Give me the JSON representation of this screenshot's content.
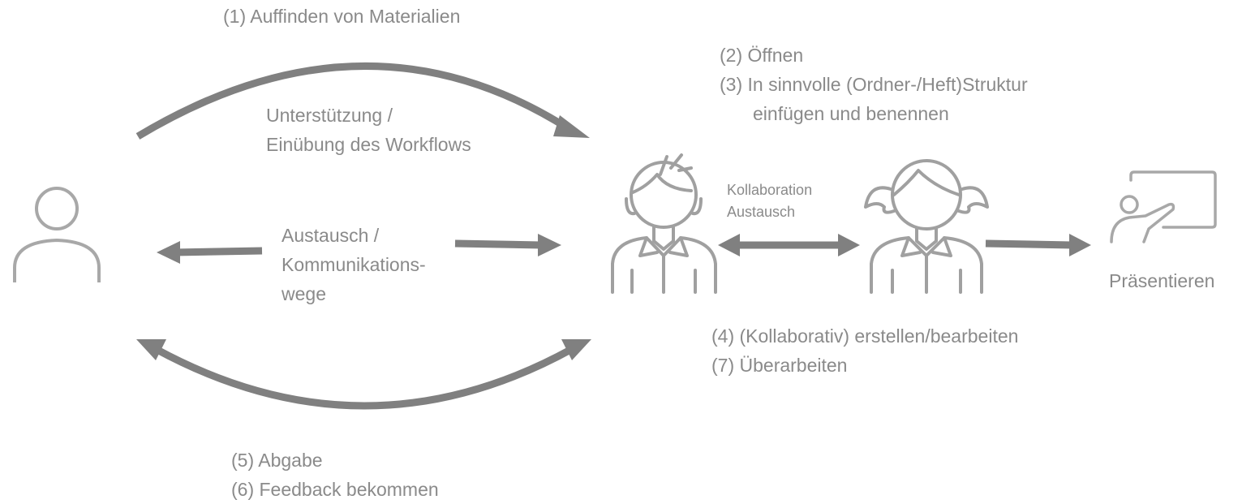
{
  "labels": {
    "step1": "(1) Auffinden von Materialien",
    "step2": "(2) Öffnen",
    "step3_line1": "(3) In sinnvolle (Ordner-/Heft)Struktur",
    "step3_line2": "einfügen und benennen",
    "support_line1": "Unterstützung /",
    "support_line2": "Einübung des Workflows",
    "exchange_line1": "Austausch /",
    "exchange_line2": "Kommunikations-",
    "exchange_line3": "wege",
    "collab_line1": "Kollaboration",
    "collab_line2": "Austausch",
    "step4": "(4) (Kollaborativ) erstellen/bearbeiten",
    "step7": "(7) Überarbeiten",
    "step5": "(5) Abgabe",
    "step6": "(6) Feedback bekommen",
    "present": "Präsentieren"
  },
  "icons": {
    "teacher": "person-outline-icon",
    "student_boy": "boy-student-icon",
    "student_girl": "girl-student-icon",
    "presentation": "presentation-board-icon"
  },
  "colors": {
    "arrow": "#808080",
    "icon_stroke": "#a0a0a0",
    "text": "#8a8a8a"
  }
}
